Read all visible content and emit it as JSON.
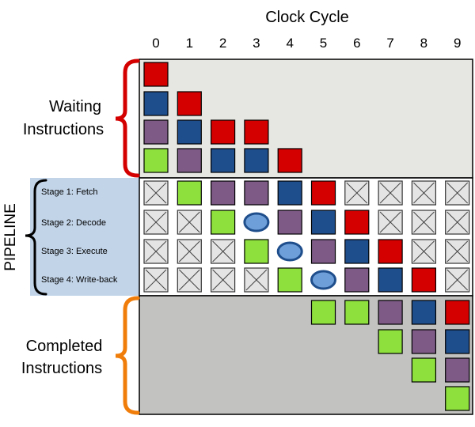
{
  "title": "Clock Cycle",
  "cycles": [
    "0",
    "1",
    "2",
    "3",
    "4",
    "5",
    "6",
    "7",
    "8",
    "9"
  ],
  "pipeline_label": "PIPELINE",
  "sections": {
    "waiting": {
      "line1": "Waiting",
      "line2": "Instructions"
    },
    "completed": {
      "line1": "Completed",
      "line2": "Instructions"
    }
  },
  "stages": [
    "Stage 1: Fetch",
    "Stage 2: Decode",
    "Stage 3: Execute",
    "Stage 4: Write-back"
  ],
  "colors": {
    "red": "#d40000",
    "blue": "#1f4e8c",
    "purple": "#7d5b86",
    "green": "#8ee03c",
    "bubble": "#6f9fd8",
    "bubble_border": "#1f4e8c",
    "waiting_bg": "#e6e6e2",
    "completed_bg": "#c2c2c0",
    "stage_bg": "#c2d4e8",
    "brace_waiting": "#d40000",
    "brace_completed": "#f07d0a",
    "brace_pipeline": "#000000"
  },
  "waiting_columns": [
    [
      "red",
      "blue",
      "purple",
      "green"
    ],
    [
      "red",
      "blue",
      "purple"
    ],
    [
      "red",
      "blue"
    ],
    [
      "red",
      "blue"
    ],
    [
      "red"
    ],
    [],
    [],
    [],
    [],
    []
  ],
  "pipeline_grid": [
    [
      "x",
      "green",
      "purple",
      "purple",
      "blue",
      "red",
      "x",
      "x",
      "x",
      "x"
    ],
    [
      "x",
      "x",
      "green",
      "bubble",
      "purple",
      "blue",
      "red",
      "x",
      "x",
      "x"
    ],
    [
      "x",
      "x",
      "x",
      "green",
      "bubble",
      "purple",
      "blue",
      "red",
      "x",
      "x"
    ],
    [
      "x",
      "x",
      "x",
      "x",
      "green",
      "bubble",
      "purple",
      "blue",
      "red",
      "x"
    ]
  ],
  "completed_columns": [
    [],
    [],
    [],
    [],
    [],
    [
      "green"
    ],
    [
      "green"
    ],
    [
      "purple",
      "green"
    ],
    [
      "blue",
      "purple",
      "green"
    ],
    [
      "red",
      "blue",
      "purple",
      "green"
    ]
  ]
}
